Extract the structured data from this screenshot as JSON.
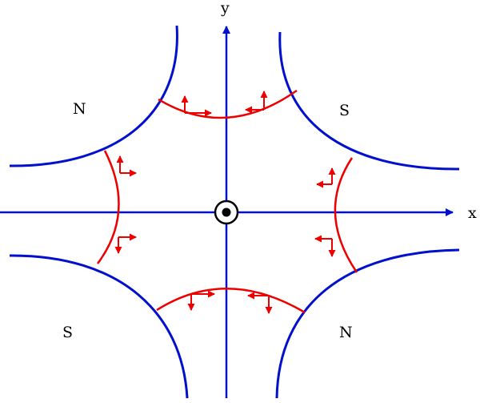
{
  "labels": {
    "x_axis": "x",
    "y_axis": "y",
    "pole_top_left": "N",
    "pole_top_right": "S",
    "pole_bottom_left": "S",
    "pole_bottom_right": "N"
  },
  "colors": {
    "pole_lines": "#0010cc",
    "axes": "#0010cc",
    "field_lines": "#ee0000",
    "arrows": "#ee0000",
    "center_marker": "#000000"
  },
  "icons": {
    "center": "out-of-page-dot-icon"
  }
}
